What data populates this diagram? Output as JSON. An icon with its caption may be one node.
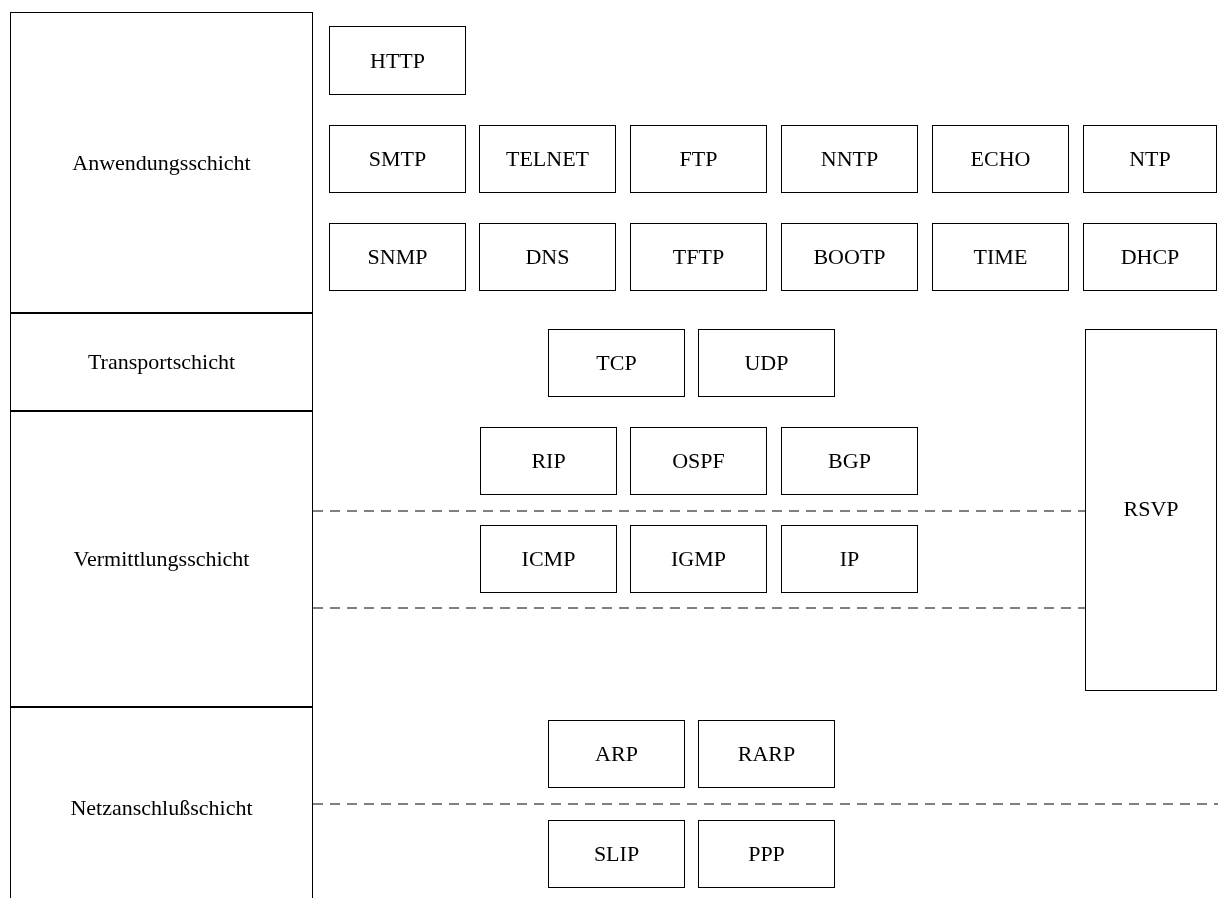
{
  "diagram": {
    "nodes": [
      {
        "text": [
          "Anwendungsschicht"
        ]
      },
      {
        "text": [
          "HTTP"
        ]
      },
      {
        "text": [
          "SMTP"
        ]
      },
      {
        "text": [
          "TELNET"
        ]
      },
      {
        "text": [
          "FTP"
        ]
      },
      {
        "text": [
          "NNTP"
        ]
      },
      {
        "text": [
          "ECHO"
        ]
      },
      {
        "text": [
          "NTP"
        ]
      },
      {
        "text": [
          "SNMP"
        ]
      },
      {
        "text": [
          "DNS"
        ]
      },
      {
        "text": [
          "TFTP"
        ]
      },
      {
        "text": [
          "BOOTP"
        ]
      },
      {
        "text": [
          "TIME"
        ]
      },
      {
        "text": [
          "DHCP"
        ]
      },
      {
        "text": [
          "Transportschicht"
        ]
      },
      {
        "text": [
          "TCP"
        ]
      },
      {
        "text": [
          "UDP"
        ]
      },
      {
        "text": [
          "RSVP"
        ]
      },
      {
        "text": [
          "Vermittlungsschicht"
        ]
      },
      {
        "text": [
          "RIP"
        ]
      },
      {
        "text": [
          "OSPF"
        ]
      },
      {
        "text": [
          "BGP"
        ]
      },
      {
        "text": [
          "ICMP"
        ]
      },
      {
        "text": [
          "IGMP"
        ]
      },
      {
        "text": [
          "IP"
        ]
      },
      {
        "text": [
          "Netzanschlußschicht"
        ]
      },
      {
        "text": [
          "ARP"
        ]
      },
      {
        "text": [
          "RARP"
        ]
      },
      {
        "text": [
          "SLIP"
        ]
      },
      {
        "text": [
          "PPP"
        ]
      }
    ]
  }
}
